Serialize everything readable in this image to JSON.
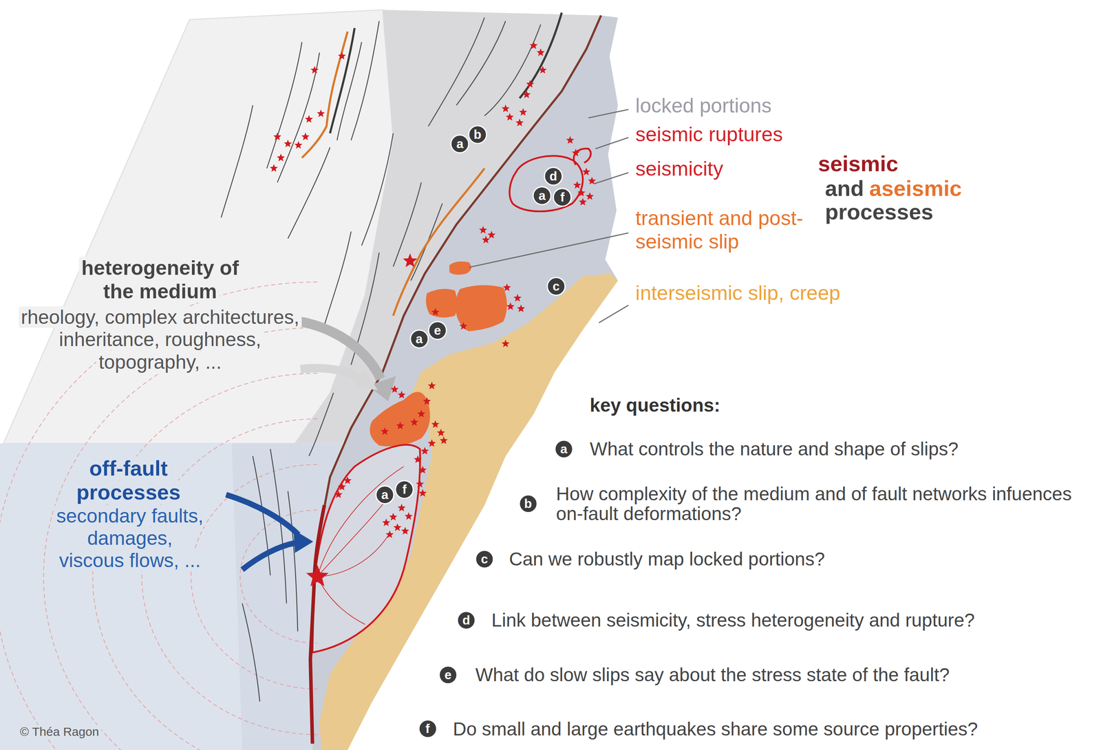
{
  "diagram": {
    "nodes": [
      {
        "text": [
          "a"
        ]
      },
      {
        "text": [
          "b"
        ]
      },
      {
        "text": [
          "d"
        ]
      },
      {
        "text": [
          "a"
        ]
      },
      {
        "text": [
          "f"
        ]
      },
      {
        "text": [
          "c"
        ]
      },
      {
        "text": [
          "a"
        ]
      },
      {
        "text": [
          "e"
        ]
      },
      {
        "text": [
          "a"
        ]
      },
      {
        "text": [
          "f"
        ]
      },
      {
        "text": [
          "a"
        ]
      },
      {
        "text": [
          "b"
        ]
      },
      {
        "text": [
          "c"
        ]
      },
      {
        "text": [
          "d"
        ]
      },
      {
        "text": [
          "e"
        ]
      },
      {
        "text": [
          "f"
        ]
      }
    ],
    "labels": [
      "locked portions",
      "seismic ruptures",
      "seismicity",
      "transient and post-seismic slip",
      "interseismic slip, creep",
      "seismic",
      "and",
      "aseismic",
      "processes",
      "heterogeneity of the medium",
      "rheology, complex architectures, inheritance, roughness, topography, ...",
      "off-fault processes",
      "secondary faults, damages, viscous flows, ...",
      "key questions:",
      "What controls the nature and shape of slips?",
      "How complexity of the medium and of fault networks infuences on-fault deformations?",
      "Can we robustly map locked portions?",
      "Link between seismicity, stress heterogeneity and rupture?",
      "What do slow slips say about the stress state of the fault?",
      "Do small and large earthquakes share some source properties?",
      "© Théa Ragon"
    ]
  }
}
